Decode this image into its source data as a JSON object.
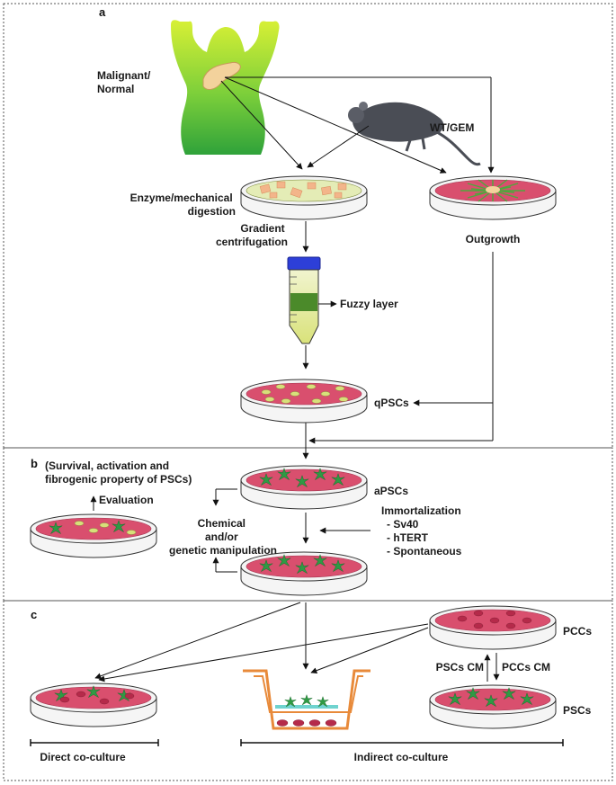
{
  "panels": {
    "a": "a",
    "b": "b",
    "c": "c"
  },
  "labels": {
    "malignant": [
      "Malignant/",
      "Normal"
    ],
    "wt_gem": "WT/GEM",
    "enzyme": [
      "Enzyme/mechanical",
      "digestion"
    ],
    "gradient": [
      "Gradient",
      "centrifugation"
    ],
    "outgrowth": "Outgrowth",
    "fuzzy_layer": "Fuzzy layer",
    "qpscs": "qPSCs",
    "evaluation_title": [
      "(Survival, activation and",
      "fibrogenic property of PSCs)"
    ],
    "evaluation": "Evaluation",
    "apscs": "aPSCs",
    "chemical": [
      "Chemical",
      "and/or",
      "genetic manipulation"
    ],
    "immortalization": [
      "Immortalization",
      "- Sv40",
      "- hTERT",
      "- Spontaneous"
    ],
    "pccs": "PCCs",
    "pscs_cm": "PSCs CM",
    "pccs_cm": "PCCs CM",
    "pscs": "PSCs",
    "direct": "Direct co-culture",
    "indirect": "Indirect co-culture"
  }
}
